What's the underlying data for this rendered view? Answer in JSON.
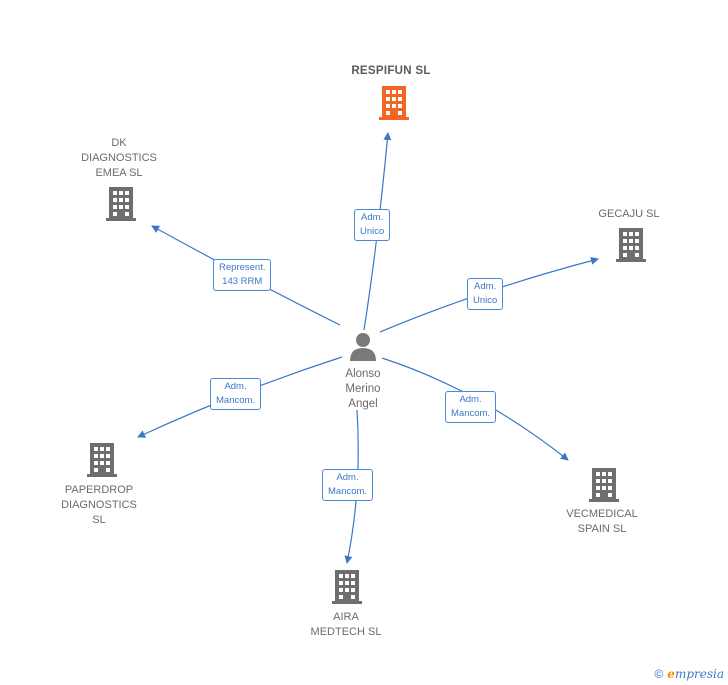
{
  "center": {
    "name": "Alonso\nMerino\nAngel",
    "icon": "person-icon"
  },
  "companies": [
    {
      "id": "respifun",
      "name": "RESPIFUN  SL",
      "highlight": true,
      "icon": "building-icon",
      "relation": "Adm.\nUnico"
    },
    {
      "id": "dk",
      "name": "DK\nDIAGNOSTICS\nEMEA SL",
      "highlight": false,
      "icon": "building-icon",
      "relation": "Represent.\n143 RRM"
    },
    {
      "id": "gecaju",
      "name": "GECAJU SL",
      "highlight": false,
      "icon": "building-icon",
      "relation": "Adm.\nUnico"
    },
    {
      "id": "paperdrop",
      "name": "PAPERDROP\nDIAGNOSTICS\nSL",
      "highlight": false,
      "icon": "building-icon",
      "relation": "Adm.\nMancom."
    },
    {
      "id": "aira",
      "name": "AIRA\nMEDTECH  SL",
      "highlight": false,
      "icon": "building-icon",
      "relation": "Adm.\nMancom."
    },
    {
      "id": "vecmedical",
      "name": "VECMEDICAL\nSPAIN SL",
      "highlight": false,
      "icon": "building-icon",
      "relation": "Adm.\nMancom."
    }
  ],
  "colors": {
    "edge": "#3a78c6",
    "building": "#6e6e6e",
    "building_highlight": "#f26522"
  },
  "footer": {
    "copyright": "©",
    "brand_first": "e",
    "brand_rest": "mpresia"
  }
}
